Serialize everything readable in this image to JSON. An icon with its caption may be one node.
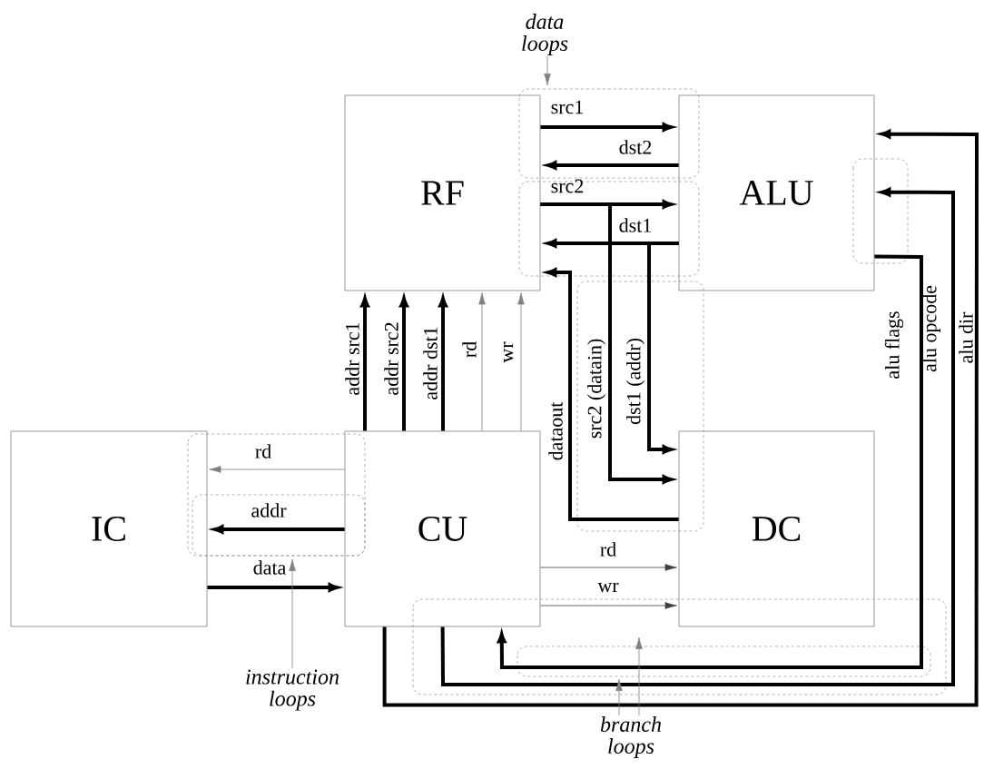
{
  "diagram": {
    "nodes": [
      {
        "text": [
          "RF"
        ]
      },
      {
        "text": [
          "ALU"
        ]
      },
      {
        "text": [
          "IC"
        ]
      },
      {
        "text": [
          "CU"
        ]
      },
      {
        "text": [
          "DC"
        ]
      },
      {
        "text": [
          "data loops"
        ]
      },
      {
        "text": [
          "instruction loops"
        ]
      },
      {
        "text": [
          "branch loops"
        ]
      }
    ],
    "edges": [
      {
        "from": 0,
        "to": 1,
        "arrow": "to",
        "label": "src1"
      },
      {
        "from": 1,
        "to": 0,
        "arrow": "to",
        "label": "dst2"
      },
      {
        "from": 0,
        "to": 1,
        "arrow": "to",
        "label": "src2"
      },
      {
        "from": 1,
        "to": 0,
        "arrow": "to",
        "label": "dst1"
      },
      {
        "from": 3,
        "to": 0,
        "arrow": "to",
        "label": "addr src1"
      },
      {
        "from": 3,
        "to": 0,
        "arrow": "to",
        "label": "addr src2"
      },
      {
        "from": 3,
        "to": 0,
        "arrow": "to",
        "label": "addr dst1"
      },
      {
        "from": 3,
        "to": 0,
        "arrow": "to",
        "label": "rd",
        "color": "#808080"
      },
      {
        "from": 3,
        "to": 0,
        "arrow": "to",
        "label": "wr",
        "color": "#808080"
      },
      {
        "from": 3,
        "to": 2,
        "arrow": "to",
        "label": "rd",
        "color": "#808080"
      },
      {
        "from": 3,
        "to": 2,
        "arrow": "to",
        "label": "addr"
      },
      {
        "from": 2,
        "to": 3,
        "arrow": "to",
        "label": "data"
      },
      {
        "from": 4,
        "to": 0,
        "arrow": "to",
        "label": "dataout"
      },
      {
        "from": 0,
        "to": 4,
        "arrow": "to",
        "label": "src2 (datain)"
      },
      {
        "from": 1,
        "to": 4,
        "arrow": "to",
        "label": "dst1 (addr)"
      },
      {
        "from": 3,
        "to": 4,
        "arrow": "to",
        "label": "rd",
        "color": "#404040"
      },
      {
        "from": 3,
        "to": 4,
        "arrow": "to",
        "label": "wr",
        "color": "#404040"
      },
      {
        "from": 1,
        "to": 3,
        "arrow": "to",
        "label": "alu flags"
      },
      {
        "from": 3,
        "to": 1,
        "arrow": "to",
        "label": "alu opcode"
      },
      {
        "from": 3,
        "to": 1,
        "arrow": "to",
        "label": "alu dir"
      },
      {
        "from": 5,
        "to": null,
        "arrow": "to",
        "color": "#808080"
      },
      {
        "from": 6,
        "to": null,
        "arrow": "to",
        "color": "#808080"
      },
      {
        "from": 7,
        "to": null,
        "arrow": "to",
        "color": "#808080"
      },
      {
        "from": 7,
        "to": null,
        "arrow": "to",
        "color": "#808080"
      }
    ]
  }
}
